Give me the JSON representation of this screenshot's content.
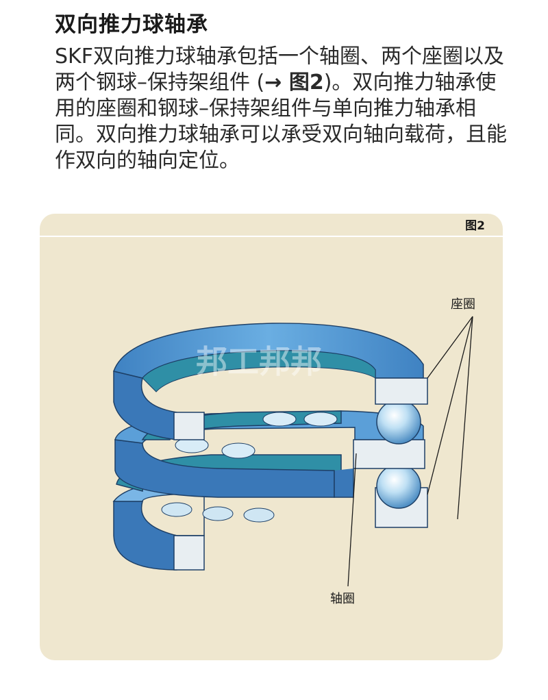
{
  "document": {
    "title": "双向推力球轴承",
    "paragraph_before_ref": "SKF双向推力球轴承包括一个轴圈、两个座圈以及两个钢球–保持架组件 (",
    "paragraph_ref": "→ 图2",
    "paragraph_after_ref": ")。双向推力轴承使用的座圈和钢球–保持架组件与单向推力轴承相同。双向推力球轴承可以承受双向轴向载荷，且能作双向的轴向定位。"
  },
  "figure": {
    "label": "图2",
    "callouts": {
      "seat_washer": "座圈",
      "shaft_washer": "轴圈"
    },
    "watermark": "邦工邦邦",
    "colors": {
      "panel": "#efe7cf",
      "ring_blue": "#5b9fd8",
      "ring_dark": "#3a78b8",
      "ring_light": "#8cc0ea",
      "section_face": "#e8eef2",
      "ball": "#bfe0f4"
    }
  }
}
